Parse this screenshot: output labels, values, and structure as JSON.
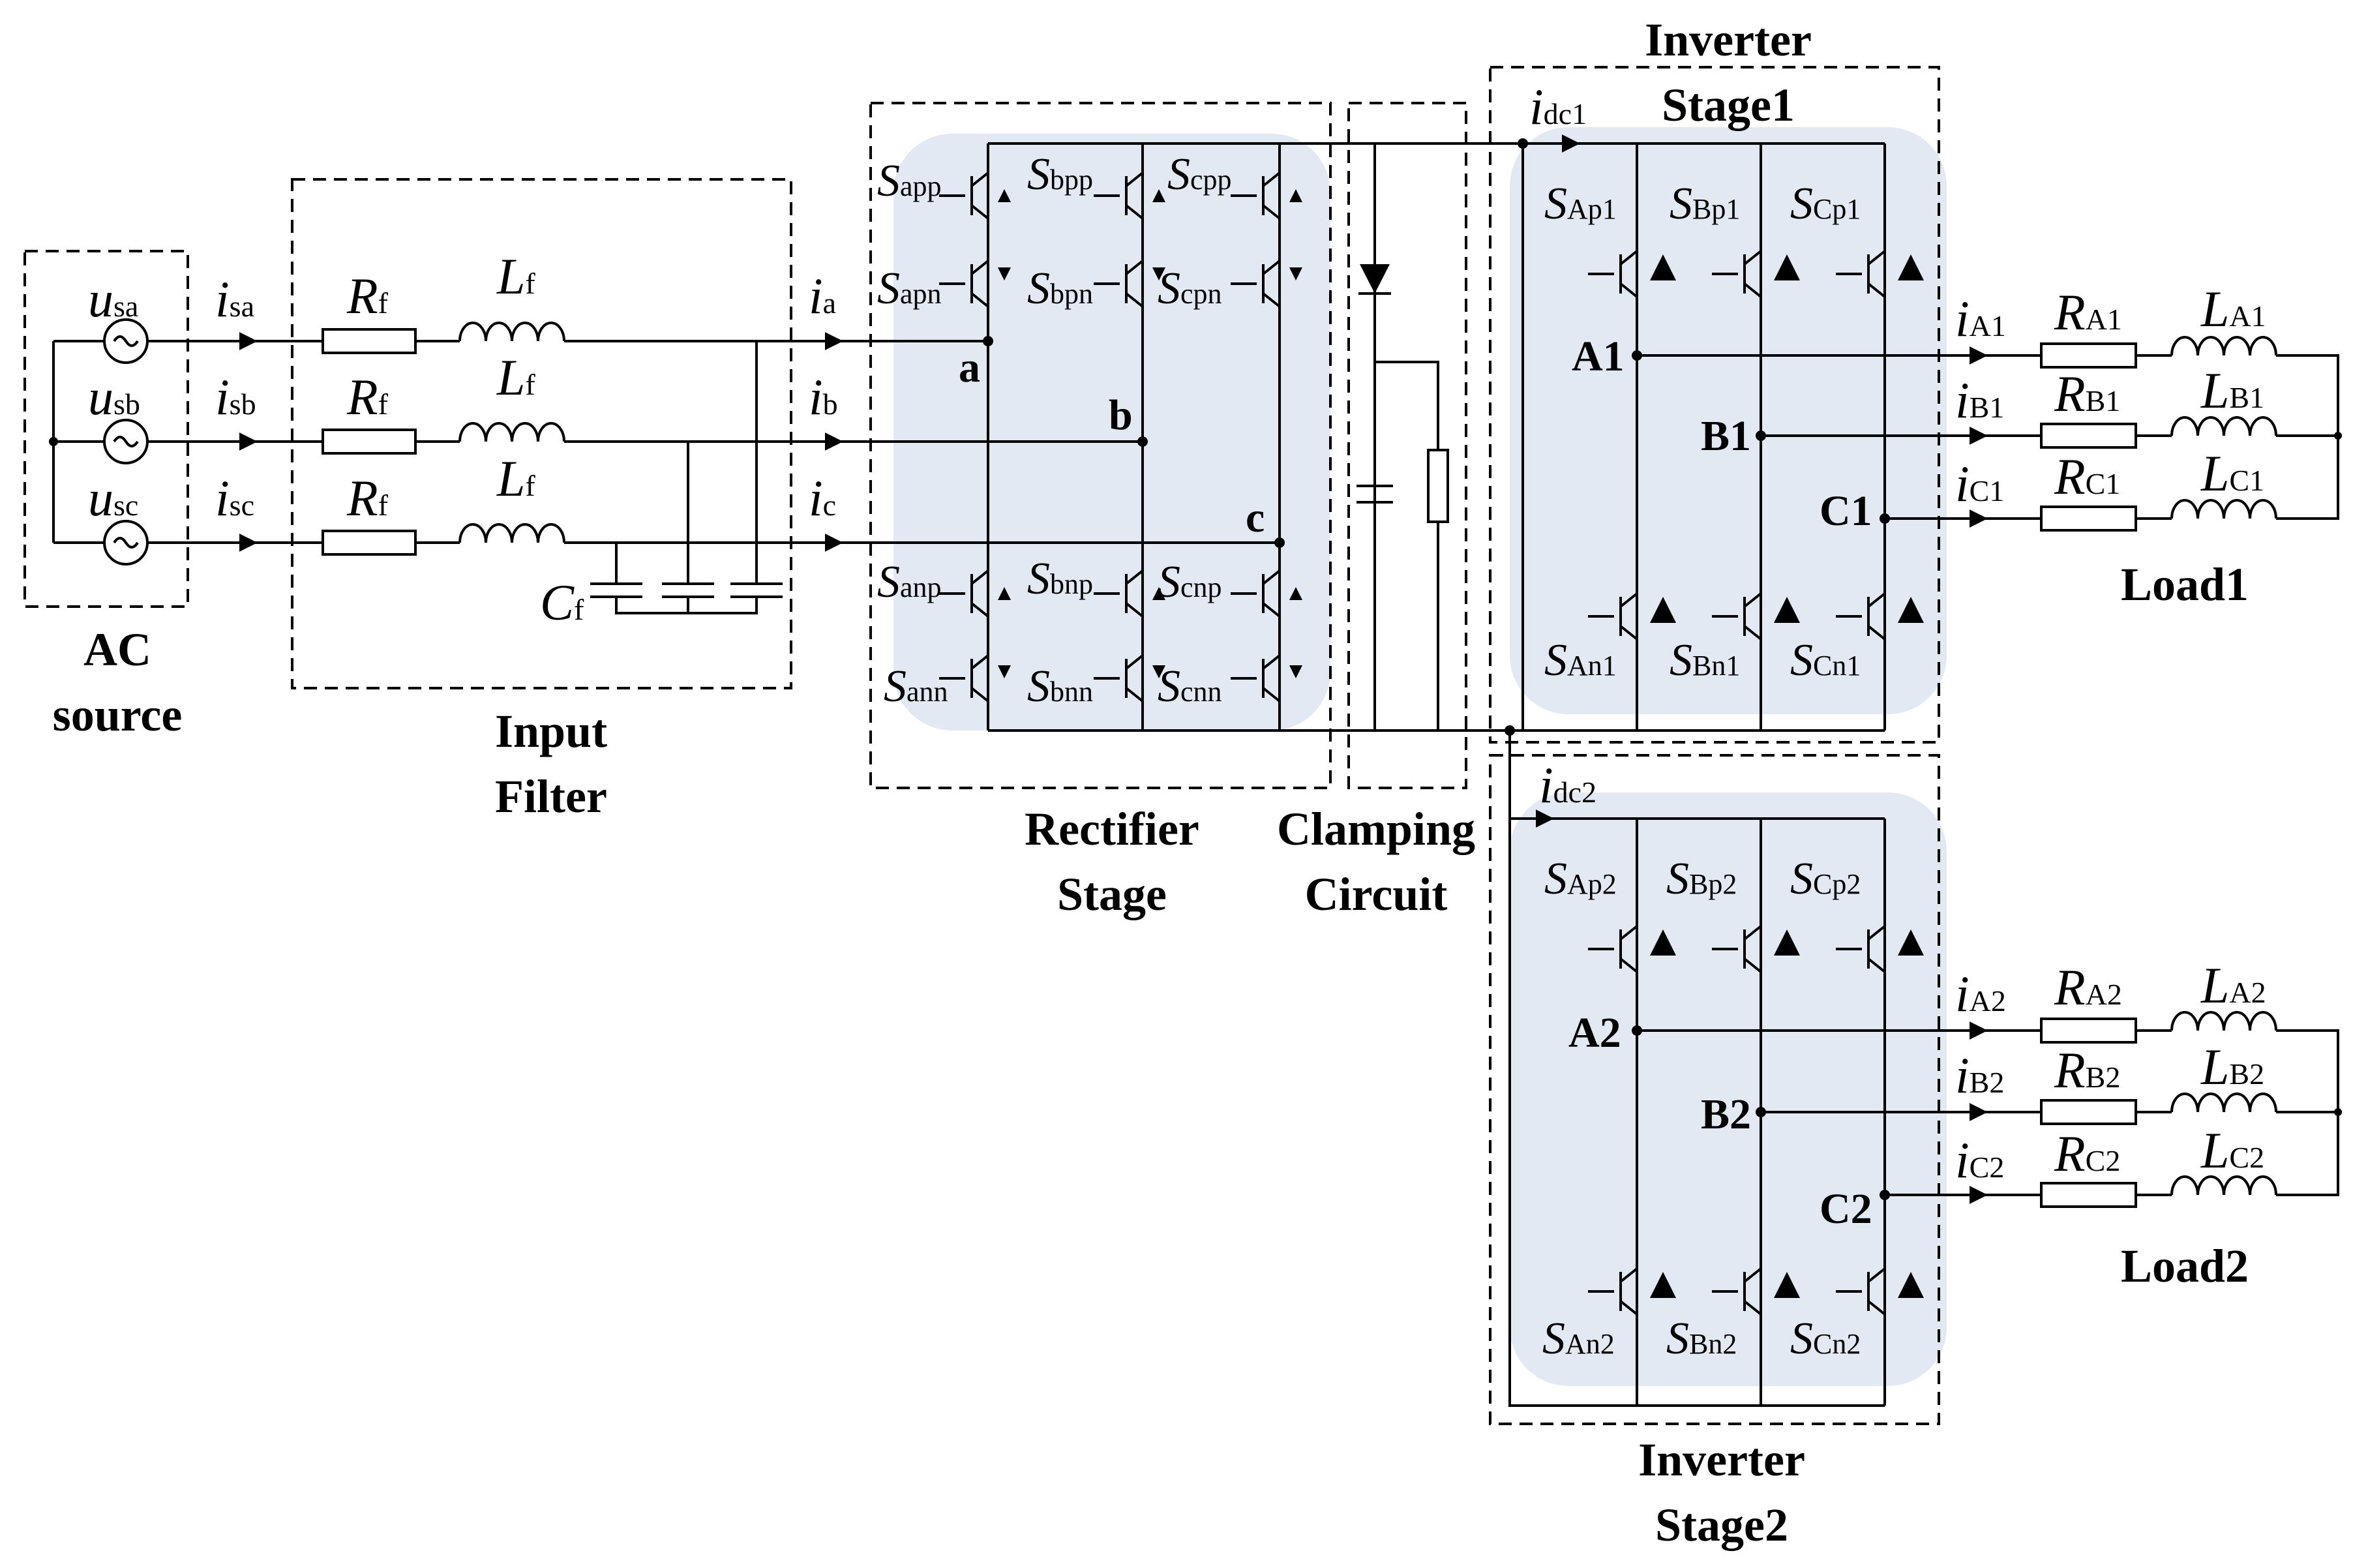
{
  "blocks": {
    "ac_source": [
      "AC",
      "source"
    ],
    "input_filter": [
      "Input",
      "Filter"
    ],
    "rectifier": [
      "Rectifier",
      "Stage"
    ],
    "clamping": [
      "Clamping",
      "Circuit"
    ],
    "inverter1": [
      "Inverter",
      "Stage1"
    ],
    "inverter2": [
      "Inverter",
      "Stage2"
    ],
    "load1": "Load1",
    "load2": "Load2"
  },
  "source": {
    "voltages": [
      {
        "main": "u",
        "sub": "sa"
      },
      {
        "main": "u",
        "sub": "sb"
      },
      {
        "main": "u",
        "sub": "sc"
      }
    ],
    "currents": [
      {
        "main": "i",
        "sub": "sa"
      },
      {
        "main": "i",
        "sub": "sb"
      },
      {
        "main": "i",
        "sub": "sc"
      }
    ]
  },
  "filter": {
    "resistor": {
      "main": "R",
      "sub": "f"
    },
    "inductor": {
      "main": "L",
      "sub": "f"
    },
    "capacitor": {
      "main": "C",
      "sub": "f"
    }
  },
  "rectifier": {
    "currents": [
      {
        "main": "i",
        "sub": "a"
      },
      {
        "main": "i",
        "sub": "b"
      },
      {
        "main": "i",
        "sub": "c"
      }
    ],
    "nodes": [
      "a",
      "b",
      "c"
    ],
    "switches_top": [
      {
        "main": "S",
        "sub": "app"
      },
      {
        "main": "S",
        "sub": "bpp"
      },
      {
        "main": "S",
        "sub": "cpp"
      },
      {
        "main": "S",
        "sub": "apn"
      },
      {
        "main": "S",
        "sub": "bpn"
      },
      {
        "main": "S",
        "sub": "cpn"
      }
    ],
    "switches_bottom": [
      {
        "main": "S",
        "sub": "anp"
      },
      {
        "main": "S",
        "sub": "bnp"
      },
      {
        "main": "S",
        "sub": "cnp"
      },
      {
        "main": "S",
        "sub": "ann"
      },
      {
        "main": "S",
        "sub": "bnn"
      },
      {
        "main": "S",
        "sub": "cnn"
      }
    ]
  },
  "dc_link": {
    "idc1": {
      "main": "i",
      "sub": "dc1"
    },
    "idc2": {
      "main": "i",
      "sub": "dc2"
    }
  },
  "inverter1": {
    "top_switches": [
      {
        "main": "S",
        "sub": "Ap1"
      },
      {
        "main": "S",
        "sub": "Bp1"
      },
      {
        "main": "S",
        "sub": "Cp1"
      }
    ],
    "bottom_switches": [
      {
        "main": "S",
        "sub": "An1"
      },
      {
        "main": "S",
        "sub": "Bn1"
      },
      {
        "main": "S",
        "sub": "Cn1"
      }
    ],
    "nodes": [
      "A1",
      "B1",
      "C1"
    ],
    "currents": [
      {
        "main": "i",
        "sub": "A1"
      },
      {
        "main": "i",
        "sub": "B1"
      },
      {
        "main": "i",
        "sub": "C1"
      }
    ],
    "resistors": [
      {
        "main": "R",
        "sub": "A1"
      },
      {
        "main": "R",
        "sub": "B1"
      },
      {
        "main": "R",
        "sub": "C1"
      }
    ],
    "inductors": [
      {
        "main": "L",
        "sub": "A1"
      },
      {
        "main": "L",
        "sub": "B1"
      },
      {
        "main": "L",
        "sub": "C1"
      }
    ]
  },
  "inverter2": {
    "top_switches": [
      {
        "main": "S",
        "sub": "Ap2"
      },
      {
        "main": "S",
        "sub": "Bp2"
      },
      {
        "main": "S",
        "sub": "Cp2"
      }
    ],
    "bottom_switches": [
      {
        "main": "S",
        "sub": "An2"
      },
      {
        "main": "S",
        "sub": "Bn2"
      },
      {
        "main": "S",
        "sub": "Cn2"
      }
    ],
    "nodes": [
      "A2",
      "B2",
      "C2"
    ],
    "currents": [
      {
        "main": "i",
        "sub": "A2"
      },
      {
        "main": "i",
        "sub": "B2"
      },
      {
        "main": "i",
        "sub": "C2"
      }
    ],
    "resistors": [
      {
        "main": "R",
        "sub": "A2"
      },
      {
        "main": "R",
        "sub": "B2"
      },
      {
        "main": "R",
        "sub": "C2"
      }
    ],
    "inductors": [
      {
        "main": "L",
        "sub": "A2"
      },
      {
        "main": "L",
        "sub": "B2"
      },
      {
        "main": "L",
        "sub": "C2"
      }
    ]
  }
}
